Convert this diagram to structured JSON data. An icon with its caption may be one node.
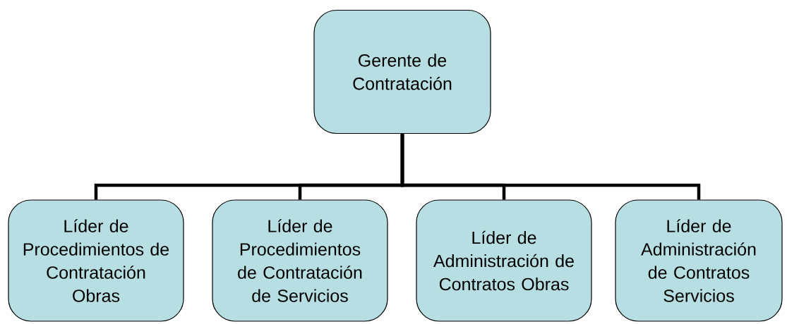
{
  "diagram": {
    "nodes": [
      {
        "text": [
          "Gerente de Contratación"
        ]
      },
      {
        "text": [
          "Líder de Procedimientos de Contratación Obras"
        ]
      },
      {
        "text": [
          "Líder de Procedimientos de Contratación de Servicios"
        ]
      },
      {
        "text": [
          "Líder de Administración de Contratos Obras"
        ]
      },
      {
        "text": [
          "Líder de Administración de Contratos Servicios"
        ]
      }
    ],
    "edges": [
      {
        "from": 0,
        "to": 1,
        "arrow": "none"
      },
      {
        "from": 0,
        "to": 2,
        "arrow": "none"
      },
      {
        "from": 0,
        "to": 3,
        "arrow": "none"
      },
      {
        "from": 0,
        "to": 4,
        "arrow": "none"
      }
    ]
  }
}
